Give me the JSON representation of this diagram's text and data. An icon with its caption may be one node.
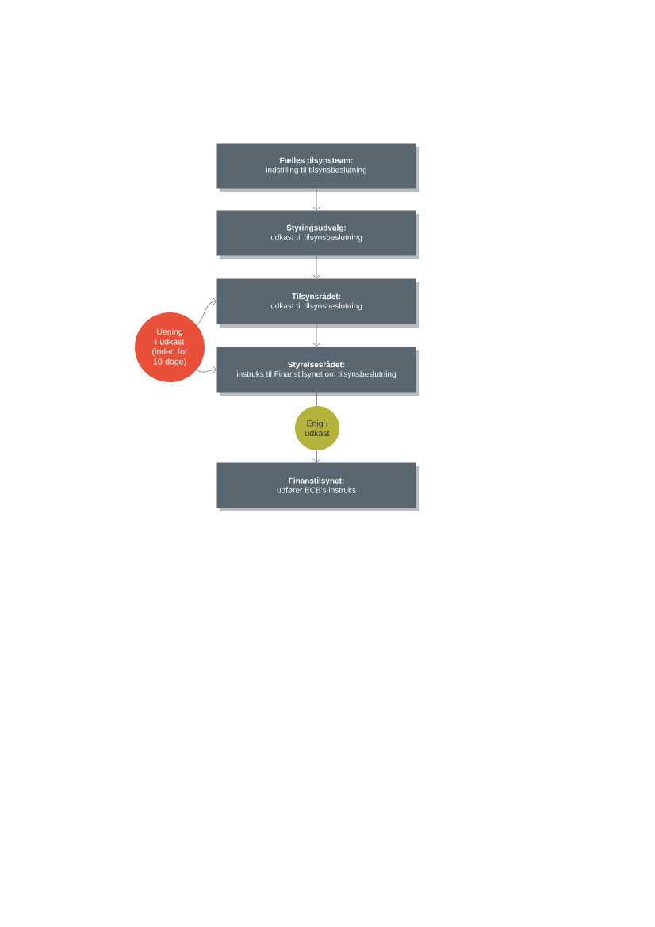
{
  "diagram": {
    "nodes": [
      {
        "text": [
          "Fælles tilsynsteam:",
          "indstilling til tilsynsbeslutning"
        ]
      },
      {
        "text": [
          "Styringsudvalg:",
          "udkast til tilsynsbeslutning"
        ]
      },
      {
        "text": [
          "Tilsynsrådet:",
          "udkast til tilsynsbeslutning"
        ]
      },
      {
        "text": [
          "Uening i udkast (inden for 10 dage)"
        ]
      },
      {
        "text": [
          "Styrelsesrådet:",
          "instruks til Finanstilsynet om tilsynsbeslutning"
        ]
      },
      {
        "text": [
          "Enig i udkast"
        ]
      },
      {
        "text": [
          "Finanstilsynet:",
          "udfører ECB’s instruks"
        ]
      }
    ],
    "edges": [
      {
        "from": 0,
        "to": 1,
        "arrow": "to"
      },
      {
        "from": 1,
        "to": 2,
        "arrow": "to"
      },
      {
        "from": 2,
        "to": 4,
        "arrow": "to"
      },
      {
        "from": 3,
        "to": 2,
        "arrow": "to"
      },
      {
        "from": 3,
        "to": 4,
        "arrow": "to"
      },
      {
        "from": 4,
        "to": 5,
        "arrow": "none"
      },
      {
        "from": 5,
        "to": 6,
        "arrow": "to"
      }
    ]
  }
}
